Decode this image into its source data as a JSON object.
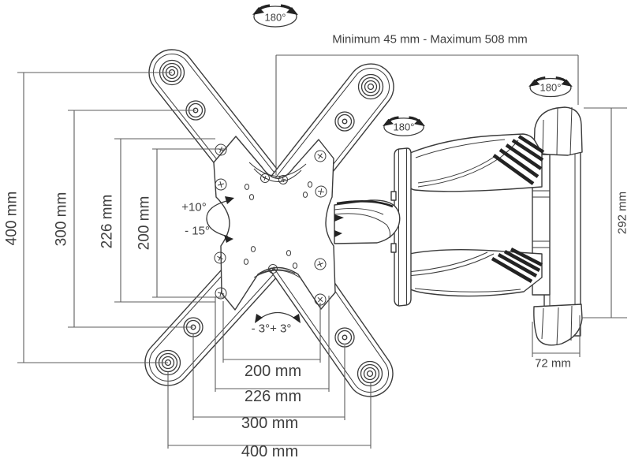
{
  "meta": {
    "description": "Technical line drawing of a full-motion TV wall mount: front view of X-shaped VESA bracket with dimensions, and folded side view of the articulated arm"
  },
  "colors": {
    "background": "#ffffff",
    "drawing_line": "#3b3b3b",
    "dimension_line": "#5d5d5d",
    "text": "#3f3f3f",
    "stripe_fill": "#232323"
  },
  "front_view": {
    "rotation_label": "180°",
    "range_label": "Minimum 45 mm - Maximum 508 mm",
    "tilt_up_label": "+10°",
    "tilt_down_label": "- 15°",
    "swivel_label": "- 3°+ 3°",
    "height_dims": {
      "d400": "400 mm",
      "d300": "300 mm",
      "d226": "226 mm",
      "d200": "200 mm"
    },
    "width_dims": {
      "d200": "200 mm",
      "d226": "226 mm",
      "d300": "300 mm",
      "d400": "400 mm"
    }
  },
  "side_view": {
    "rotation_left_label": "180°",
    "rotation_right_label": "180°",
    "height_label": "292 mm",
    "depth_label": "72 mm"
  }
}
